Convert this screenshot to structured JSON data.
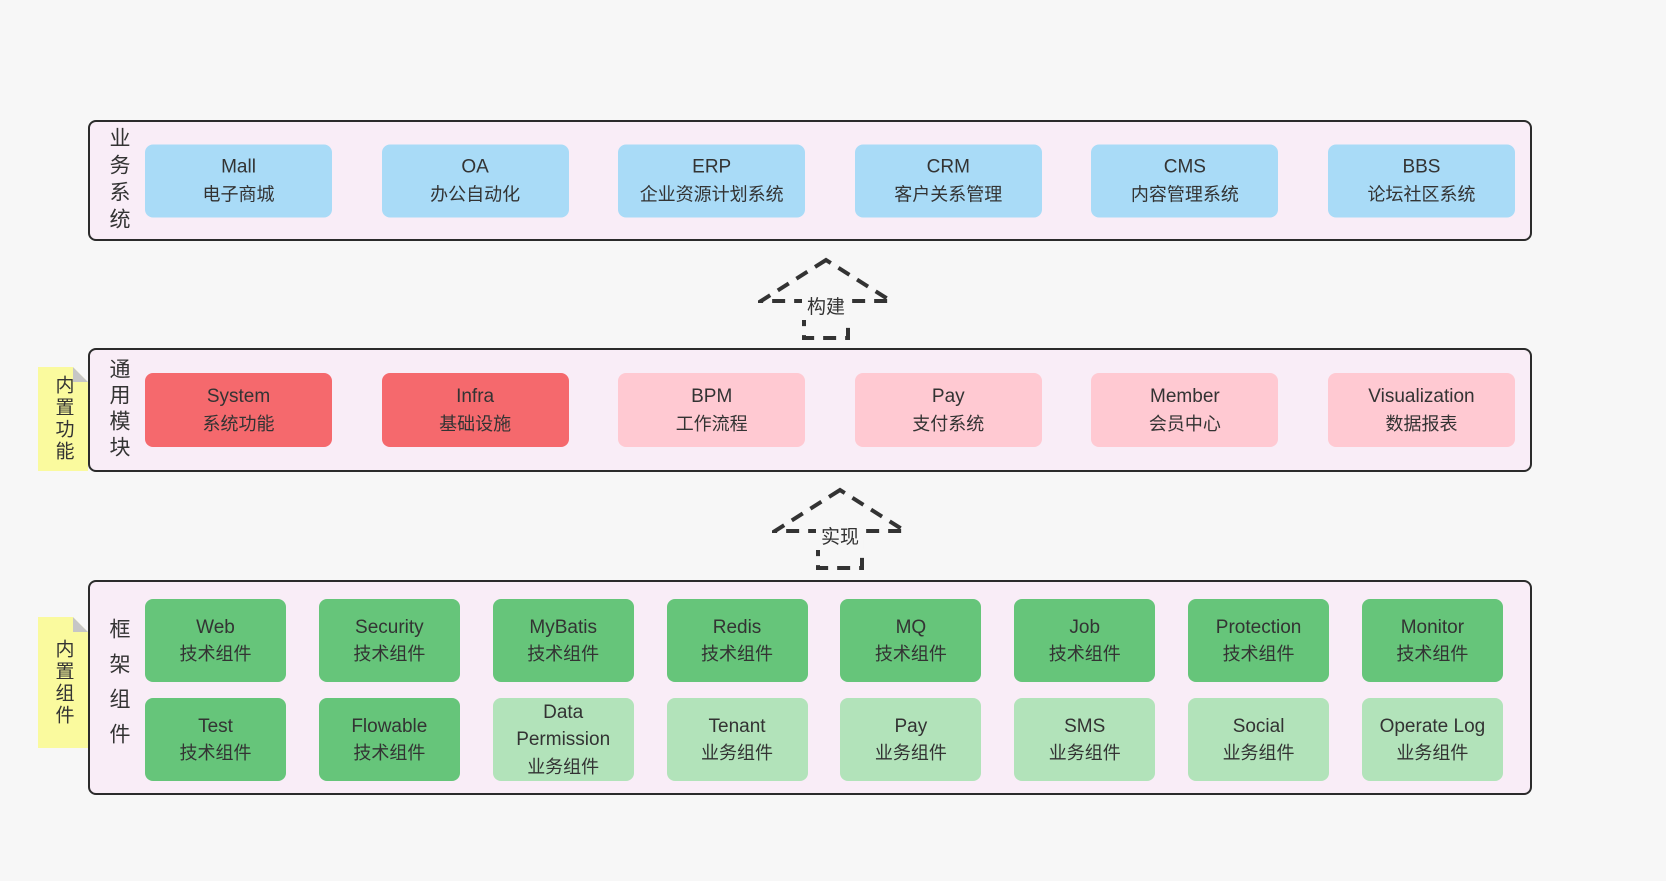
{
  "diagram": {
    "colors": {
      "page_bg": "#f7f7f7",
      "section_bg": "#f9edf7",
      "blue": "#a9dbf7",
      "red": "#f5696d",
      "pink": "#ffc9d2",
      "green_dark": "#66c57a",
      "green_light": "#b2e3ba",
      "yellow": "#fafa9e"
    },
    "arrows": [
      {
        "label": "构建"
      },
      {
        "label": "实现"
      }
    ],
    "sections": [
      {
        "label": "业务系统",
        "boxes": [
          {
            "title": "Mall",
            "subtitle": "电子商城"
          },
          {
            "title": "OA",
            "subtitle": "办公自动化"
          },
          {
            "title": "ERP",
            "subtitle": "企业资源计划系统"
          },
          {
            "title": "CRM",
            "subtitle": "客户关系管理"
          },
          {
            "title": "CMS",
            "subtitle": "内容管理系统"
          },
          {
            "title": "BBS",
            "subtitle": "论坛社区系统"
          }
        ]
      },
      {
        "label": "通用模块",
        "tab": "内置功能",
        "boxes": [
          {
            "title": "System",
            "subtitle": "系统功能"
          },
          {
            "title": "Infra",
            "subtitle": "基础设施"
          },
          {
            "title": "BPM",
            "subtitle": "工作流程"
          },
          {
            "title": "Pay",
            "subtitle": "支付系统"
          },
          {
            "title": "Member",
            "subtitle": "会员中心"
          },
          {
            "title": "Visualization",
            "subtitle": "数据报表"
          }
        ]
      },
      {
        "label": "框架组件",
        "tab": "内置组件",
        "rows": [
          [
            {
              "title": "Web",
              "subtitle": "技术组件"
            },
            {
              "title": "Security",
              "subtitle": "技术组件"
            },
            {
              "title": "MyBatis",
              "subtitle": "技术组件"
            },
            {
              "title": "Redis",
              "subtitle": "技术组件"
            },
            {
              "title": "MQ",
              "subtitle": "技术组件"
            },
            {
              "title": "Job",
              "subtitle": "技术组件"
            },
            {
              "title": "Protection",
              "subtitle": "技术组件"
            },
            {
              "title": "Monitor",
              "subtitle": "技术组件"
            }
          ],
          [
            {
              "title": "Test",
              "subtitle": "技术组件"
            },
            {
              "title": "Flowable",
              "subtitle": "技术组件"
            },
            {
              "title": "Data Permission",
              "subtitle": "业务组件"
            },
            {
              "title": "Tenant",
              "subtitle": "业务组件"
            },
            {
              "title": "Pay",
              "subtitle": "业务组件"
            },
            {
              "title": "SMS",
              "subtitle": "业务组件"
            },
            {
              "title": "Social",
              "subtitle": "业务组件"
            },
            {
              "title": "Operate Log",
              "subtitle": "业务组件"
            }
          ]
        ]
      }
    ]
  }
}
